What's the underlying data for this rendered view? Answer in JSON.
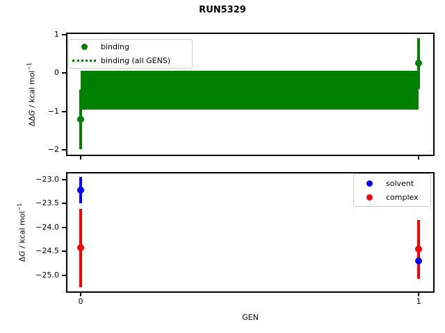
{
  "figure": {
    "title": "RUN5329"
  },
  "colors": {
    "binding": "#008000",
    "solvent": "#0000ff",
    "complex": "#ff0000",
    "spine": "#000000",
    "legend_border": "#cccccc"
  },
  "chart_data": [
    {
      "type": "errorbar",
      "title": "",
      "xlabel": "",
      "ylabel": {
        "delta": "ΔΔ",
        "var": "G",
        "rest": " / kcal mol",
        "sup": "−1"
      },
      "x_values": [
        0,
        1
      ],
      "series": [
        {
          "name": "binding",
          "color": "#008000",
          "marker": "circle",
          "y": [
            -1.2,
            0.25
          ],
          "yerr": [
            0.78,
            0.66
          ]
        },
        {
          "name": "binding (all GENS)",
          "color": "#008000",
          "linestyle": "dotted",
          "band": {
            "lo": -0.95,
            "hi": 0.06,
            "x_span": [
              0,
              1
            ]
          }
        }
      ],
      "yticks": [
        1,
        0,
        -1,
        -2
      ],
      "ytick_labels": [
        "1",
        "0",
        "−1",
        "−2"
      ],
      "xticks": [
        0,
        1
      ],
      "xtick_labels": [],
      "ylim": [
        -2.2,
        1.07
      ],
      "xlim": [
        -0.045,
        1.048
      ],
      "legend_loc": "upper left",
      "grid": false
    },
    {
      "type": "errorbar",
      "title": "",
      "xlabel": "GEN",
      "ylabel": {
        "delta": "Δ",
        "var": "G",
        "rest": " / kcal mol",
        "sup": "−1"
      },
      "x_values": [
        0,
        1
      ],
      "series": [
        {
          "name": "solvent",
          "color": "#0000ff",
          "marker": "circle",
          "y": [
            -23.22,
            -24.7
          ],
          "yerr": [
            0.28,
            0.25
          ]
        },
        {
          "name": "complex",
          "color": "#ff0000",
          "marker": "circle",
          "y": [
            -24.43,
            -24.46
          ],
          "yerr": [
            0.82,
            0.62
          ]
        }
      ],
      "yticks": [
        -23.0,
        -23.5,
        -24.0,
        -24.5,
        -25.0
      ],
      "ytick_labels": [
        "−23.0",
        "−23.5",
        "−24.0",
        "−24.5",
        "−25.0"
      ],
      "xticks": [
        0,
        1
      ],
      "xtick_labels": [
        "0",
        "1"
      ],
      "ylim": [
        -25.37,
        -22.86
      ],
      "xlim": [
        -0.045,
        1.048
      ],
      "legend_loc": "upper right",
      "grid": false
    }
  ]
}
